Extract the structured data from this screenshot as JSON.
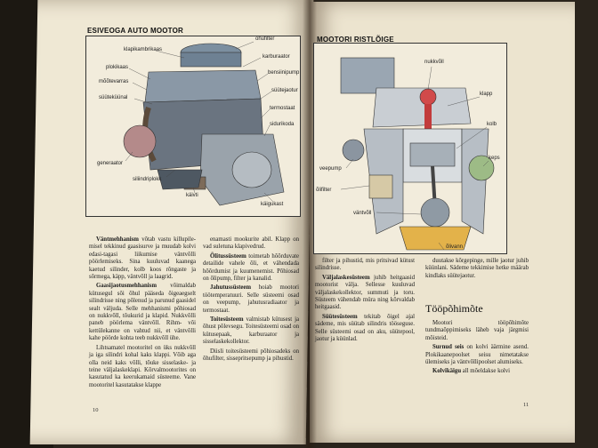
{
  "left_page": {
    "running_head": "ESIVEOGA AUTO MOOTOR",
    "page_number": "10",
    "figure_labels": [
      "klapikambrikaas",
      "plokikaas",
      "mõõtevarras",
      "süüteküünal",
      "õhufilter",
      "karburaator",
      "bensiinipump",
      "süütejaotur",
      "termostaat",
      "sidurikoda",
      "generaator",
      "siliindriplokk",
      "käivti",
      "käigukast"
    ],
    "col1": [
      {
        "term": "Väntmehhanism",
        "text": " võtab vastu kil­lu­pi­le­misel tekkinud gaasisurve ja muudab kolvi edasi-tagasi liikumise väntvõlli pöörlemiseks. Sina kuuluvad kaanega kaetud silinder, kolb koos rõngaste ja sõrmega, käpp, väntvõll ja laagrid."
      },
      {
        "term": "Gaasijaotusmehhanism",
        "text": " võimaldab kütusegul sõi õhul pääseda õigeaegselt silindrisse ning põlenud ja pa­ru­nud gaasidel sealt väljuda. Selle mehhanismi põhiosad on nukkvõll, tõukurid ja klapid. Nukkvõlli paneb pöörlema väntvõll. Rihm- või kettülekanne on vahtud nii, et väntvõlli kahe pöörde kohta teeb nukkvõll ühe."
      },
      {
        "term": "",
        "text": "Lihtsamatel mootoritel on üks nukkvõll ja iga silindri kohal kaks klappi. Võib aga olla neid kaks võlli, tõuke sisselaske- ja teine väljalaskeklapi. Kõrvalmootorites on kasutatud ka keerukamaid süsteeme. Vane mootoritel kasutatakse klappe"
      }
    ],
    "col2": [
      {
        "term": "",
        "text": "enamasti mookurite abil. Klapp on vad suletuna klapivedrud."
      },
      {
        "term": "Õlitussüsteem",
        "text": " toimetab hõõrduvate detailide vahele õli, et vähendada hõõrdumist ja kuumenemist. Põhiosad on õlipump, filter ja kanalid."
      },
      {
        "term": "Jahutussüsteem",
        "text": " hoiab mootori töötemperatuuri. Selle süsteemi osad on veepump, jahutusradiaator ja termostaat."
      },
      {
        "term": "Toitesüsteem",
        "text": " valmistab kütusest ja õhust põlevsegu. Toitesüsteemi osad on kütusepaak, karburaator ja sisselaskekollektor."
      },
      {
        "term": "",
        "text": "Diisli toitesüsteemi põhiosadeks on õhufilter, sissepritsepump ja pihustid."
      }
    ]
  },
  "right_page": {
    "running_head": "MOOTORI RISTLÕIGE",
    "page_number": "11",
    "figure_labels": [
      "nukkvõll",
      "klapp",
      "kolb",
      "keps",
      "veepump",
      "õlifilter",
      "väntvõll",
      "õlivann"
    ],
    "col1": [
      {
        "term": "",
        "text": "filter ja pihustid, mis pritsivad kütust silindrisse."
      },
      {
        "term": "Väljalaskesüsteem",
        "text": " juhib heitgaasid mootorist välja. Sellesse kuuluvad väljalaskekollektor, summuti ja toru. Süsteem vähendab müra ning kõrvaldab heitgaasid."
      },
      {
        "term": "Süütesüsteem",
        "text": " tekitab õigel ajal sädeme, mis süütab silindris tööseguse. Selle süsteemi osad on aku, süütepool, jaotur ja küünlad."
      }
    ],
    "col2": [
      {
        "term": "",
        "text": "duutakse kõrgepinge, mille jaotur juhib küünlani. Sädeme tekkimise hetke määrab kindlaks süütejaotur."
      }
    ],
    "heading": "Tööpõhimõte",
    "col3": [
      {
        "term": "",
        "text": "Mootori tööpõhimõte tundmaõppimiseks läheb vaja järgmisi mõisteid."
      },
      {
        "term": "Surnud seis",
        "text": " on kolvi äärmine asend. Plokikaanepoolset seisu nimetatakse ülemiseks ja väntvõllipoolset alumiseks."
      },
      {
        "term": "Kolvikäigu",
        "text": " all mõeldakse kolvi"
      }
    ]
  }
}
